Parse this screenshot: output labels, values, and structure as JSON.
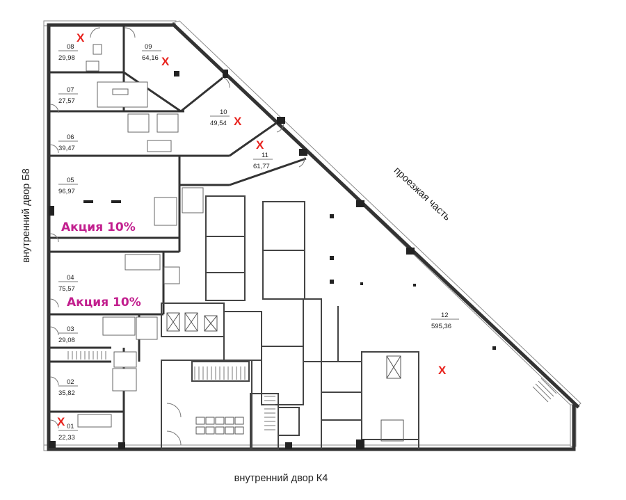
{
  "units": [
    {
      "id": "08",
      "area": "29,98",
      "sold": true
    },
    {
      "id": "09",
      "area": "64,16",
      "sold": true
    },
    {
      "id": "07",
      "area": "27,57",
      "sold": false
    },
    {
      "id": "10",
      "area": "49,54",
      "sold": true
    },
    {
      "id": "06",
      "area": "39,47",
      "sold": false
    },
    {
      "id": "11",
      "area": "61,77",
      "sold": true
    },
    {
      "id": "05",
      "area": "96,97",
      "sold": false
    },
    {
      "id": "04",
      "area": "75,57",
      "sold": false
    },
    {
      "id": "03",
      "area": "29,08",
      "sold": false
    },
    {
      "id": "12",
      "area": "595,36",
      "sold": true
    },
    {
      "id": "02",
      "area": "35,82",
      "sold": false
    },
    {
      "id": "01",
      "area": "22,33",
      "sold": true
    }
  ],
  "sold_mark": "X",
  "promos": [
    "Акция 10%",
    "Акция 10%"
  ],
  "labels": {
    "left_side": "внутренний двор Б8",
    "bottom_side": "внутренний двор К4",
    "diagonal_side": "проезжая часть"
  },
  "colors": {
    "sold_mark": "#e8231e",
    "promo": "#c21f8e",
    "walls": "#3a3a3a"
  }
}
